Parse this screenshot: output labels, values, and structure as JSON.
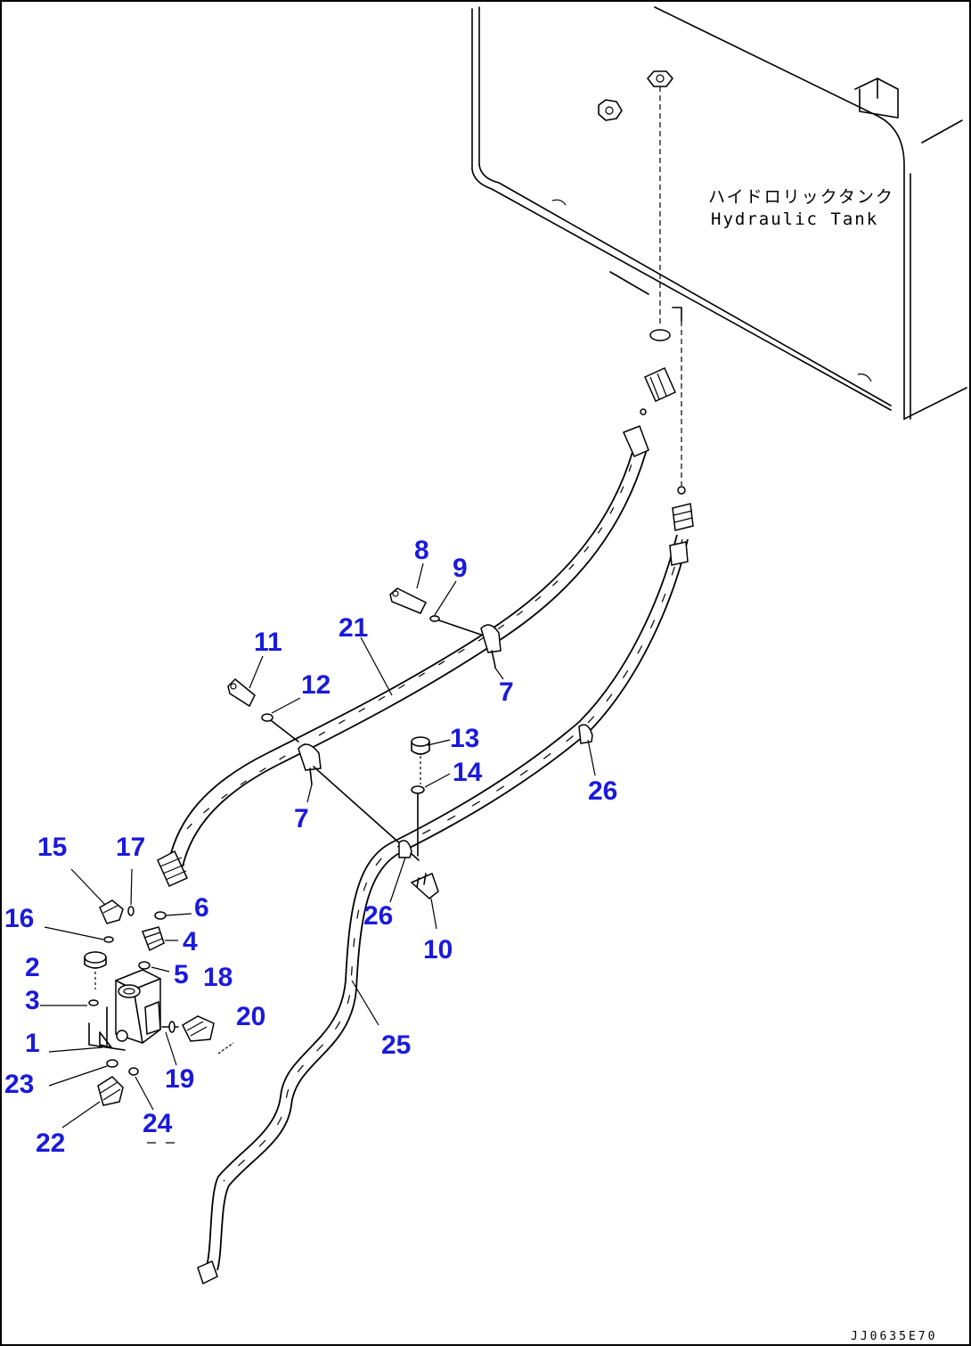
{
  "tank": {
    "label_jp": "ハイドロリックタンク",
    "label_en": "Hydraulic Tank"
  },
  "callouts": [
    {
      "id": "c1",
      "text": "1"
    },
    {
      "id": "c2",
      "text": "2"
    },
    {
      "id": "c3",
      "text": "3"
    },
    {
      "id": "c4",
      "text": "4"
    },
    {
      "id": "c5",
      "text": "5"
    },
    {
      "id": "c6",
      "text": "6"
    },
    {
      "id": "c7a",
      "text": "7"
    },
    {
      "id": "c7b",
      "text": "7"
    },
    {
      "id": "c8",
      "text": "8"
    },
    {
      "id": "c9",
      "text": "9"
    },
    {
      "id": "c10",
      "text": "10"
    },
    {
      "id": "c11",
      "text": "11"
    },
    {
      "id": "c12",
      "text": "12"
    },
    {
      "id": "c13",
      "text": "13"
    },
    {
      "id": "c14",
      "text": "14"
    },
    {
      "id": "c15",
      "text": "15"
    },
    {
      "id": "c16",
      "text": "16"
    },
    {
      "id": "c17",
      "text": "17"
    },
    {
      "id": "c18",
      "text": "18"
    },
    {
      "id": "c19",
      "text": "19"
    },
    {
      "id": "c20",
      "text": "20"
    },
    {
      "id": "c21",
      "text": "21"
    },
    {
      "id": "c22",
      "text": "22"
    },
    {
      "id": "c23",
      "text": "23"
    },
    {
      "id": "c24",
      "text": "24"
    },
    {
      "id": "c25",
      "text": "25"
    },
    {
      "id": "c26a",
      "text": "26"
    },
    {
      "id": "c26b",
      "text": "26"
    }
  ],
  "drawing_code": "JJ0635E70",
  "colors": {
    "callout": "#1a1adc",
    "line": "#000000",
    "background": "#ffffff"
  }
}
